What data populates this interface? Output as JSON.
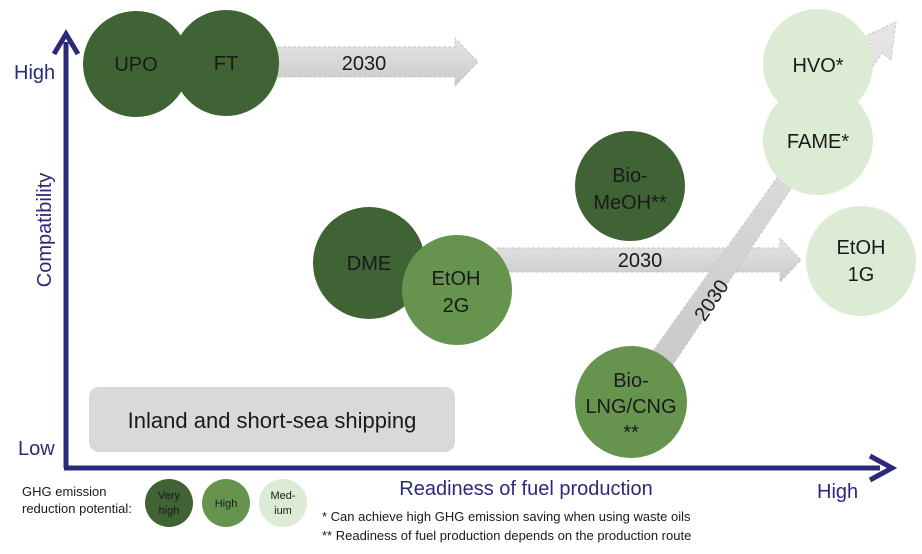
{
  "axes": {
    "y_label": "Compatibility",
    "y_high": "High",
    "y_low": "Low",
    "x_label": "Readiness of fuel production",
    "x_high": "High"
  },
  "colors": {
    "very_high": "#3f6335",
    "high": "#66944f",
    "medium": "#dcebd3",
    "axis": "#2b2a7a",
    "arrow": "#d9d9d9"
  },
  "fuels": {
    "upo": "UPO",
    "ft": "FT",
    "dme": "DME",
    "etoh2g_l1": "EtOH",
    "etoh2g_l2": "2G",
    "biomeoh_l1": "Bio-",
    "biomeoh_l2": "MeOH**",
    "biolng_l1": "Bio-",
    "biolng_l2": "LNG/CNG",
    "biolng_l3": "**",
    "hvo": "HVO*",
    "fame": "FAME*",
    "etoh1g_l1": "EtOH",
    "etoh1g_l2": "1G"
  },
  "arrows": {
    "top": "2030",
    "middle": "2030",
    "diagonal": "2030"
  },
  "scope_box": "Inland and short-sea shipping",
  "legend": {
    "title_l1": "GHG emission",
    "title_l2": "reduction potential:",
    "very_high_l1": "Very",
    "very_high_l2": "high",
    "high": "High",
    "medium_l1": "Med-",
    "medium_l2": "ium"
  },
  "notes": {
    "note1": "* Can achieve high GHG emission saving when using waste oils",
    "note2": "** Readiness of fuel production depends on the production route"
  }
}
